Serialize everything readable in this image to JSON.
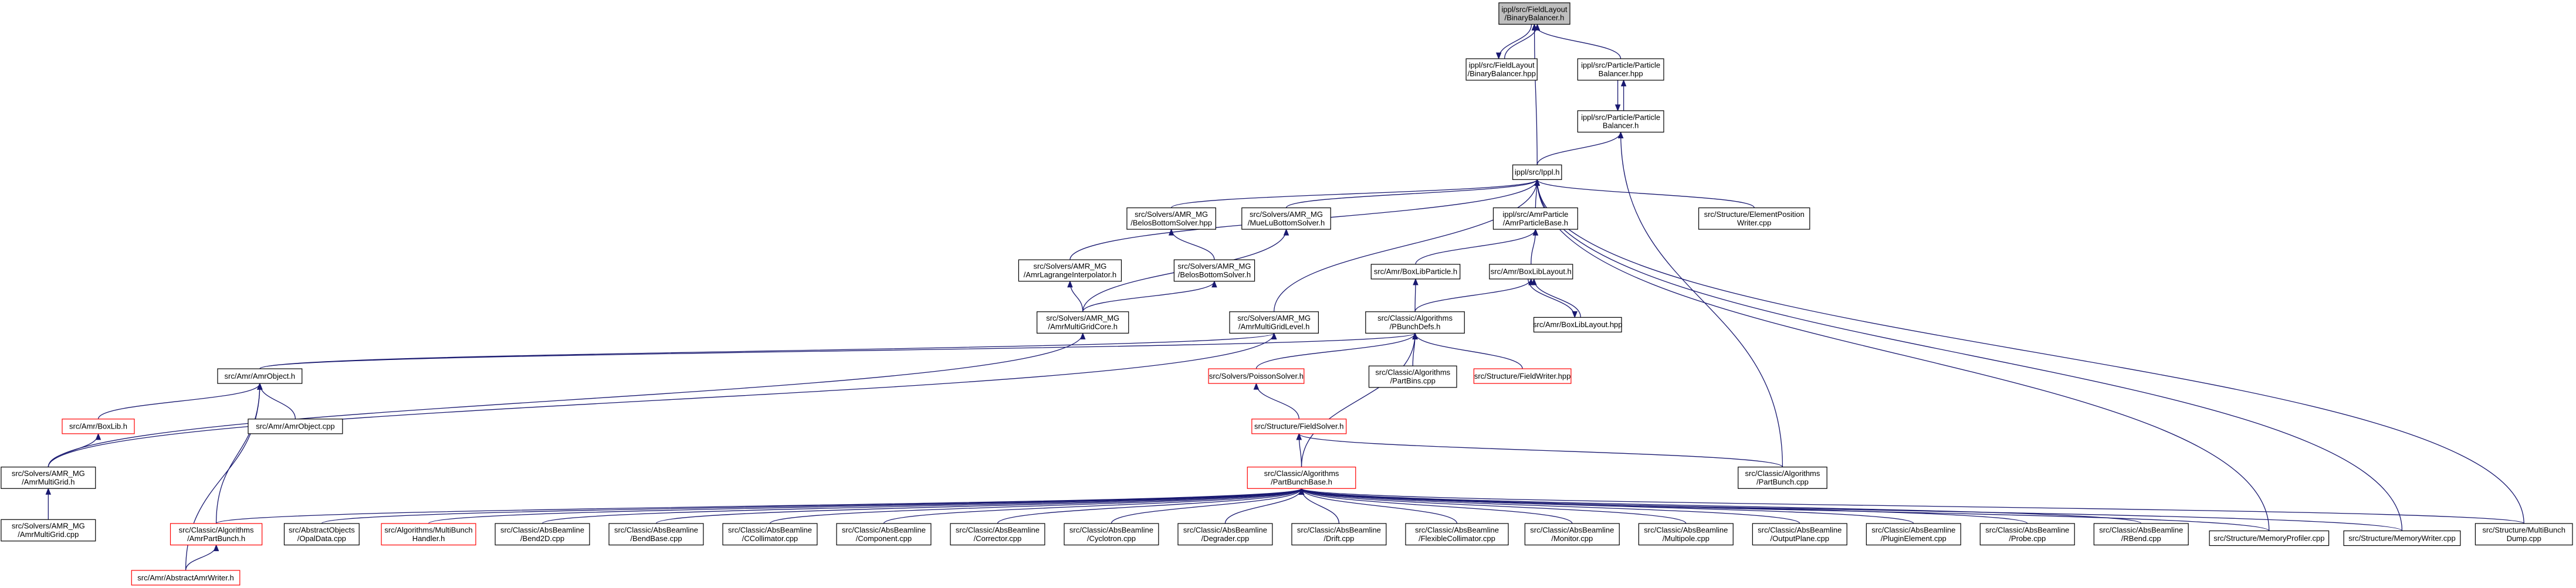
{
  "diagram": {
    "type": "include-dependency-graph",
    "colors": {
      "edge": "#191970",
      "root_fill": "#bfbfbf",
      "node_border": "#000000",
      "truncated_border": "#ff0000",
      "node_fill": "#ffffff"
    },
    "nodes": [
      {
        "id": "n0",
        "lines": [
          "ippl/src/FieldLayout",
          "/BinaryBalancer.h"
        ],
        "style": "root"
      },
      {
        "id": "n1",
        "lines": [
          "ippl/src/FieldLayout",
          "/BinaryBalancer.hpp"
        ],
        "style": "normal"
      },
      {
        "id": "n2",
        "lines": [
          "ippl/src/Particle/Particle",
          "Balancer.hpp"
        ],
        "style": "normal"
      },
      {
        "id": "n3",
        "lines": [
          "ippl/src/Particle/Particle",
          "Balancer.h"
        ],
        "style": "normal"
      },
      {
        "id": "n4",
        "lines": [
          "ippl/src/Ippl.h"
        ],
        "style": "normal"
      },
      {
        "id": "n5",
        "lines": [
          "src/Solvers/AMR_MG",
          "/BelosBottomSolver.hpp"
        ],
        "style": "normal"
      },
      {
        "id": "n6",
        "lines": [
          "src/Solvers/AMR_MG",
          "/MueLuBottomSolver.h"
        ],
        "style": "normal"
      },
      {
        "id": "n7",
        "lines": [
          "ippl/src/AmrParticle",
          "/AmrParticleBase.h"
        ],
        "style": "normal"
      },
      {
        "id": "n8",
        "lines": [
          "src/Structure/ElementPosition",
          "Writer.cpp"
        ],
        "style": "normal"
      },
      {
        "id": "n9",
        "lines": [
          "src/Solvers/AMR_MG",
          "/AmrLagrangeInterpolator.h"
        ],
        "style": "normal"
      },
      {
        "id": "n10",
        "lines": [
          "src/Solvers/AMR_MG",
          "/BelosBottomSolver.h"
        ],
        "style": "normal"
      },
      {
        "id": "n11",
        "lines": [
          "src/Amr/BoxLibParticle.h"
        ],
        "style": "normal"
      },
      {
        "id": "n12",
        "lines": [
          "src/Amr/BoxLibLayout.h"
        ],
        "style": "normal"
      },
      {
        "id": "n13",
        "lines": [
          "src/Solvers/AMR_MG",
          "/AmrMultiGridCore.h"
        ],
        "style": "normal"
      },
      {
        "id": "n14",
        "lines": [
          "src/Solvers/AMR_MG",
          "/AmrMultiGridLevel.h"
        ],
        "style": "normal"
      },
      {
        "id": "n15",
        "lines": [
          "src/Classic/Algorithms",
          "/PBunchDefs.h"
        ],
        "style": "normal"
      },
      {
        "id": "n16",
        "lines": [
          "src/Amr/BoxLibLayout.hpp"
        ],
        "style": "normal"
      },
      {
        "id": "n17",
        "lines": [
          "src/Amr/AmrObject.h"
        ],
        "style": "normal"
      },
      {
        "id": "n18",
        "lines": [
          "src/Solvers/PoissonSolver.h"
        ],
        "style": "truncated"
      },
      {
        "id": "n19",
        "lines": [
          "src/Classic/Algorithms",
          "/PartBins.cpp"
        ],
        "style": "normal"
      },
      {
        "id": "n20",
        "lines": [
          "src/Structure/FieldWriter.hpp"
        ],
        "style": "truncated"
      },
      {
        "id": "n21",
        "lines": [
          "src/Amr/BoxLib.h"
        ],
        "style": "truncated"
      },
      {
        "id": "n22",
        "lines": [
          "src/Amr/AmrObject.cpp"
        ],
        "style": "normal"
      },
      {
        "id": "n23",
        "lines": [
          "src/Structure/FieldSolver.h"
        ],
        "style": "truncated"
      },
      {
        "id": "n24",
        "lines": [
          "src/Solvers/AMR_MG",
          "/AmrMultiGrid.h"
        ],
        "style": "normal"
      },
      {
        "id": "n25",
        "lines": [
          "src/Classic/Algorithms",
          "/PartBunch.cpp"
        ],
        "style": "normal"
      },
      {
        "id": "n26",
        "lines": [
          "src/Classic/Algorithms",
          "/PartBunchBase.h"
        ],
        "style": "truncated"
      },
      {
        "id": "n27",
        "lines": [
          "src/Solvers/AMR_MG",
          "/AmrMultiGrid.cpp"
        ],
        "style": "normal"
      },
      {
        "id": "n28",
        "lines": [
          "src/Classic/Algorithms",
          "/AmrPartBunch.h"
        ],
        "style": "truncated"
      },
      {
        "id": "n29",
        "lines": [
          "src/AbstractObjects",
          "/OpalData.cpp"
        ],
        "style": "normal"
      },
      {
        "id": "n30",
        "lines": [
          "src/Algorithms/MultiBunch",
          "Handler.h"
        ],
        "style": "truncated"
      },
      {
        "id": "n31",
        "lines": [
          "src/Classic/AbsBeamline",
          "/Bend2D.cpp"
        ],
        "style": "normal"
      },
      {
        "id": "n32",
        "lines": [
          "src/Classic/AbsBeamline",
          "/BendBase.cpp"
        ],
        "style": "normal"
      },
      {
        "id": "n33",
        "lines": [
          "src/Classic/AbsBeamline",
          "/CCollimator.cpp"
        ],
        "style": "normal"
      },
      {
        "id": "n34",
        "lines": [
          "src/Classic/AbsBeamline",
          "/Component.cpp"
        ],
        "style": "normal"
      },
      {
        "id": "n35",
        "lines": [
          "src/Classic/AbsBeamline",
          "/Corrector.cpp"
        ],
        "style": "normal"
      },
      {
        "id": "n36",
        "lines": [
          "src/Classic/AbsBeamline",
          "/Cyclotron.cpp"
        ],
        "style": "normal"
      },
      {
        "id": "n37",
        "lines": [
          "src/Classic/AbsBeamline",
          "/Degrader.cpp"
        ],
        "style": "normal"
      },
      {
        "id": "n38",
        "lines": [
          "src/Classic/AbsBeamline",
          "/Drift.cpp"
        ],
        "style": "normal"
      },
      {
        "id": "n39",
        "lines": [
          "src/Classic/AbsBeamline",
          "/FlexibleCollimator.cpp"
        ],
        "style": "normal"
      },
      {
        "id": "n40",
        "lines": [
          "src/Classic/AbsBeamline",
          "/Monitor.cpp"
        ],
        "style": "normal"
      },
      {
        "id": "n41",
        "lines": [
          "src/Classic/AbsBeamline",
          "/Multipole.cpp"
        ],
        "style": "normal"
      },
      {
        "id": "n42",
        "lines": [
          "src/Classic/AbsBeamline",
          "/OutputPlane.cpp"
        ],
        "style": "normal"
      },
      {
        "id": "n43",
        "lines": [
          "src/Classic/AbsBeamline",
          "/PluginElement.cpp"
        ],
        "style": "normal"
      },
      {
        "id": "n44",
        "lines": [
          "src/Classic/AbsBeamline",
          "/Probe.cpp"
        ],
        "style": "normal"
      },
      {
        "id": "n45",
        "lines": [
          "src/Classic/AbsBeamline",
          "/RBend.cpp"
        ],
        "style": "normal"
      },
      {
        "id": "n46",
        "lines": [
          "src/Structure/MemoryProfiler.cpp"
        ],
        "style": "normal"
      },
      {
        "id": "n47",
        "lines": [
          "src/Structure/MemoryWriter.cpp"
        ],
        "style": "normal"
      },
      {
        "id": "n48",
        "lines": [
          "src/Structure/MultiBunch",
          "Dump.cpp"
        ],
        "style": "normal"
      },
      {
        "id": "n49",
        "lines": [
          "src/Amr/AbstractAmrWriter.h"
        ],
        "style": "truncated"
      }
    ],
    "edges": [
      [
        "n1",
        "n0"
      ],
      [
        "n0",
        "n1"
      ],
      [
        "n2",
        "n0"
      ],
      [
        "n4",
        "n0"
      ],
      [
        "n3",
        "n2"
      ],
      [
        "n2",
        "n3"
      ],
      [
        "n4",
        "n3"
      ],
      [
        "n25",
        "n3"
      ],
      [
        "n5",
        "n4"
      ],
      [
        "n6",
        "n4"
      ],
      [
        "n7",
        "n4"
      ],
      [
        "n8",
        "n4"
      ],
      [
        "n9",
        "n4"
      ],
      [
        "n14",
        "n4"
      ],
      [
        "n46",
        "n4"
      ],
      [
        "n47",
        "n4"
      ],
      [
        "n48",
        "n4"
      ],
      [
        "n10",
        "n5"
      ],
      [
        "n13",
        "n6"
      ],
      [
        "n11",
        "n7"
      ],
      [
        "n12",
        "n7"
      ],
      [
        "n13",
        "n9"
      ],
      [
        "n13",
        "n10"
      ],
      [
        "n15",
        "n11"
      ],
      [
        "n15",
        "n12"
      ],
      [
        "n16",
        "n12"
      ],
      [
        "n12",
        "n16"
      ],
      [
        "n24",
        "n13"
      ],
      [
        "n17",
        "n14"
      ],
      [
        "n24",
        "n14"
      ],
      [
        "n18",
        "n15"
      ],
      [
        "n19",
        "n15"
      ],
      [
        "n20",
        "n15"
      ],
      [
        "n26",
        "n15"
      ],
      [
        "n17",
        "n15"
      ],
      [
        "n21",
        "n17"
      ],
      [
        "n22",
        "n17"
      ],
      [
        "n28",
        "n17"
      ],
      [
        "n49",
        "n17"
      ],
      [
        "n23",
        "n18"
      ],
      [
        "n24",
        "n21"
      ],
      [
        "n25",
        "n23"
      ],
      [
        "n26",
        "n23"
      ],
      [
        "n27",
        "n24"
      ],
      [
        "n28",
        "n26"
      ],
      [
        "n29",
        "n26"
      ],
      [
        "n30",
        "n26"
      ],
      [
        "n31",
        "n26"
      ],
      [
        "n32",
        "n26"
      ],
      [
        "n33",
        "n26"
      ],
      [
        "n34",
        "n26"
      ],
      [
        "n35",
        "n26"
      ],
      [
        "n36",
        "n26"
      ],
      [
        "n37",
        "n26"
      ],
      [
        "n38",
        "n26"
      ],
      [
        "n39",
        "n26"
      ],
      [
        "n40",
        "n26"
      ],
      [
        "n41",
        "n26"
      ],
      [
        "n42",
        "n26"
      ],
      [
        "n43",
        "n26"
      ],
      [
        "n44",
        "n26"
      ],
      [
        "n45",
        "n26"
      ],
      [
        "n46",
        "n26"
      ],
      [
        "n47",
        "n26"
      ],
      [
        "n48",
        "n26"
      ],
      [
        "n49",
        "n28"
      ]
    ]
  }
}
